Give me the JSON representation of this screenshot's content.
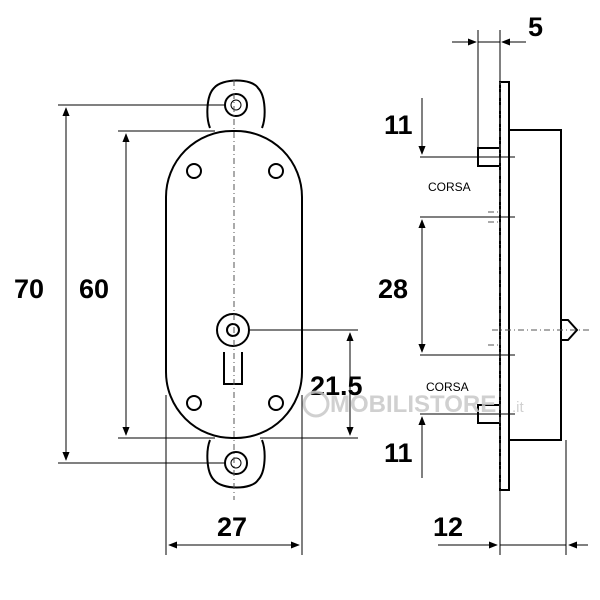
{
  "dimensions": {
    "overall_height": "70",
    "plate_height": "60",
    "keyhole_offset": "21.5",
    "plate_width": "27",
    "side_top_gap": "11",
    "side_bolt_spacing": "28",
    "side_bottom_gap": "11",
    "side_depth": "12",
    "side_thickness": "5"
  },
  "labels": {
    "stroke_top": "CORSA",
    "stroke_bottom": "CORSA"
  },
  "watermark": {
    "text": "MOBILISTORE",
    "suffix": ".it"
  },
  "icons": {
    "keyhole": "keyhole-icon",
    "screw_hole": "screw-hole-icon",
    "arrow": "arrowhead-icon"
  },
  "colors": {
    "ink": "#000000",
    "watermark": "#c8c8c8",
    "background": "#ffffff"
  }
}
